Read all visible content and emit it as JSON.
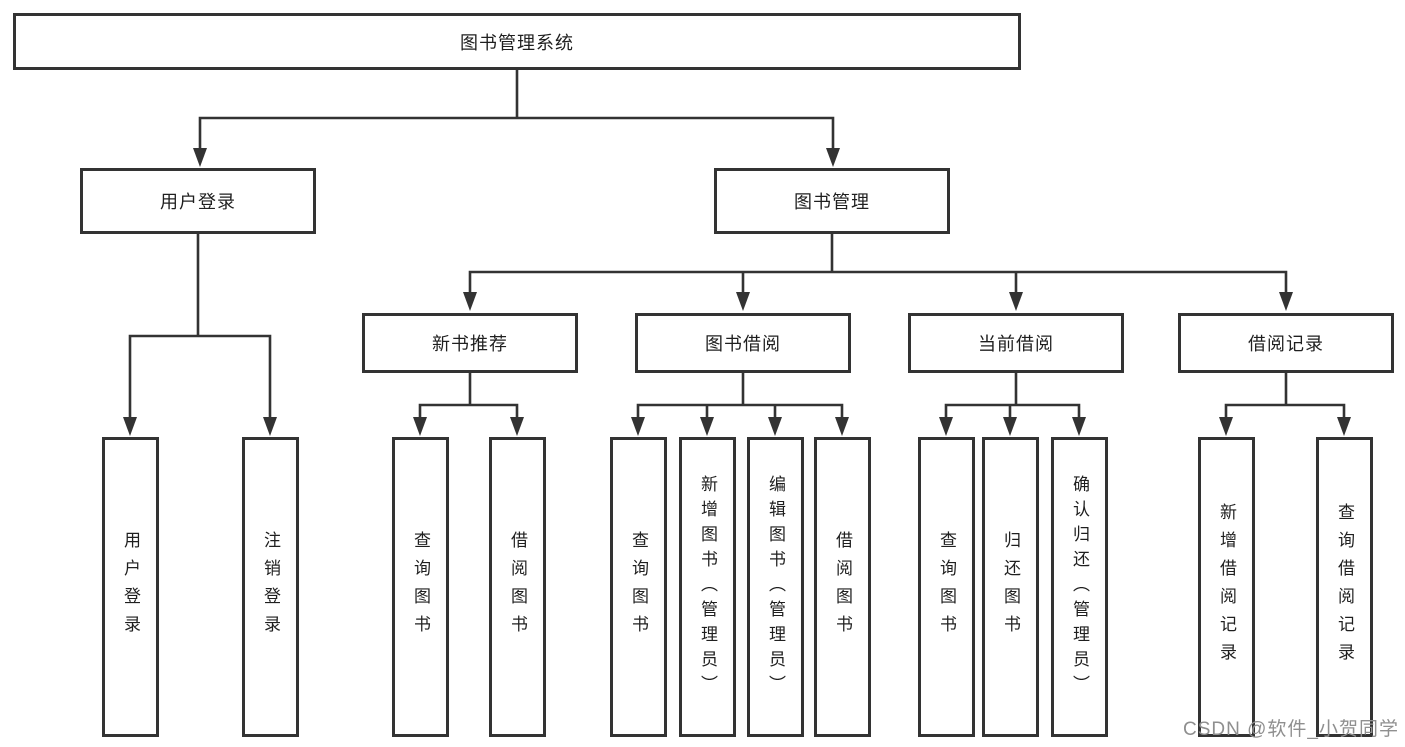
{
  "colors": {
    "line": "#333333",
    "box_border": "#333333",
    "text": "#1f1f1f",
    "watermark": "#8f8f8f",
    "background": "#ffffff"
  },
  "diagram": {
    "type": "hierarchy-tree",
    "root": {
      "label": "图书管理系统"
    },
    "level2": [
      {
        "label": "用户登录",
        "parent": "图书管理系统"
      },
      {
        "label": "图书管理",
        "parent": "图书管理系统"
      }
    ],
    "level3": [
      {
        "label": "新书推荐",
        "parent": "图书管理"
      },
      {
        "label": "图书借阅",
        "parent": "图书管理"
      },
      {
        "label": "当前借阅",
        "parent": "图书管理"
      },
      {
        "label": "借阅记录",
        "parent": "图书管理"
      }
    ],
    "leaves": [
      {
        "label": "用户登录",
        "parent": "用户登录"
      },
      {
        "label": "注销登录",
        "parent": "用户登录"
      },
      {
        "label": "查询图书",
        "parent": "新书推荐"
      },
      {
        "label": "借阅图书",
        "parent": "新书推荐"
      },
      {
        "label": "查询图书",
        "parent": "图书借阅"
      },
      {
        "label": "新增图书（管理员）",
        "parent": "图书借阅"
      },
      {
        "label": "编辑图书（管理员）",
        "parent": "图书借阅"
      },
      {
        "label": "借阅图书",
        "parent": "图书借阅"
      },
      {
        "label": "查询图书",
        "parent": "当前借阅"
      },
      {
        "label": "归还图书",
        "parent": "当前借阅"
      },
      {
        "label": "确认归还（管理员）",
        "parent": "当前借阅"
      },
      {
        "label": "新增借阅记录",
        "parent": "借阅记录"
      },
      {
        "label": "查询借阅记录",
        "parent": "借阅记录"
      }
    ]
  },
  "watermark": {
    "text": "CSDN @软件_小贺同学"
  }
}
